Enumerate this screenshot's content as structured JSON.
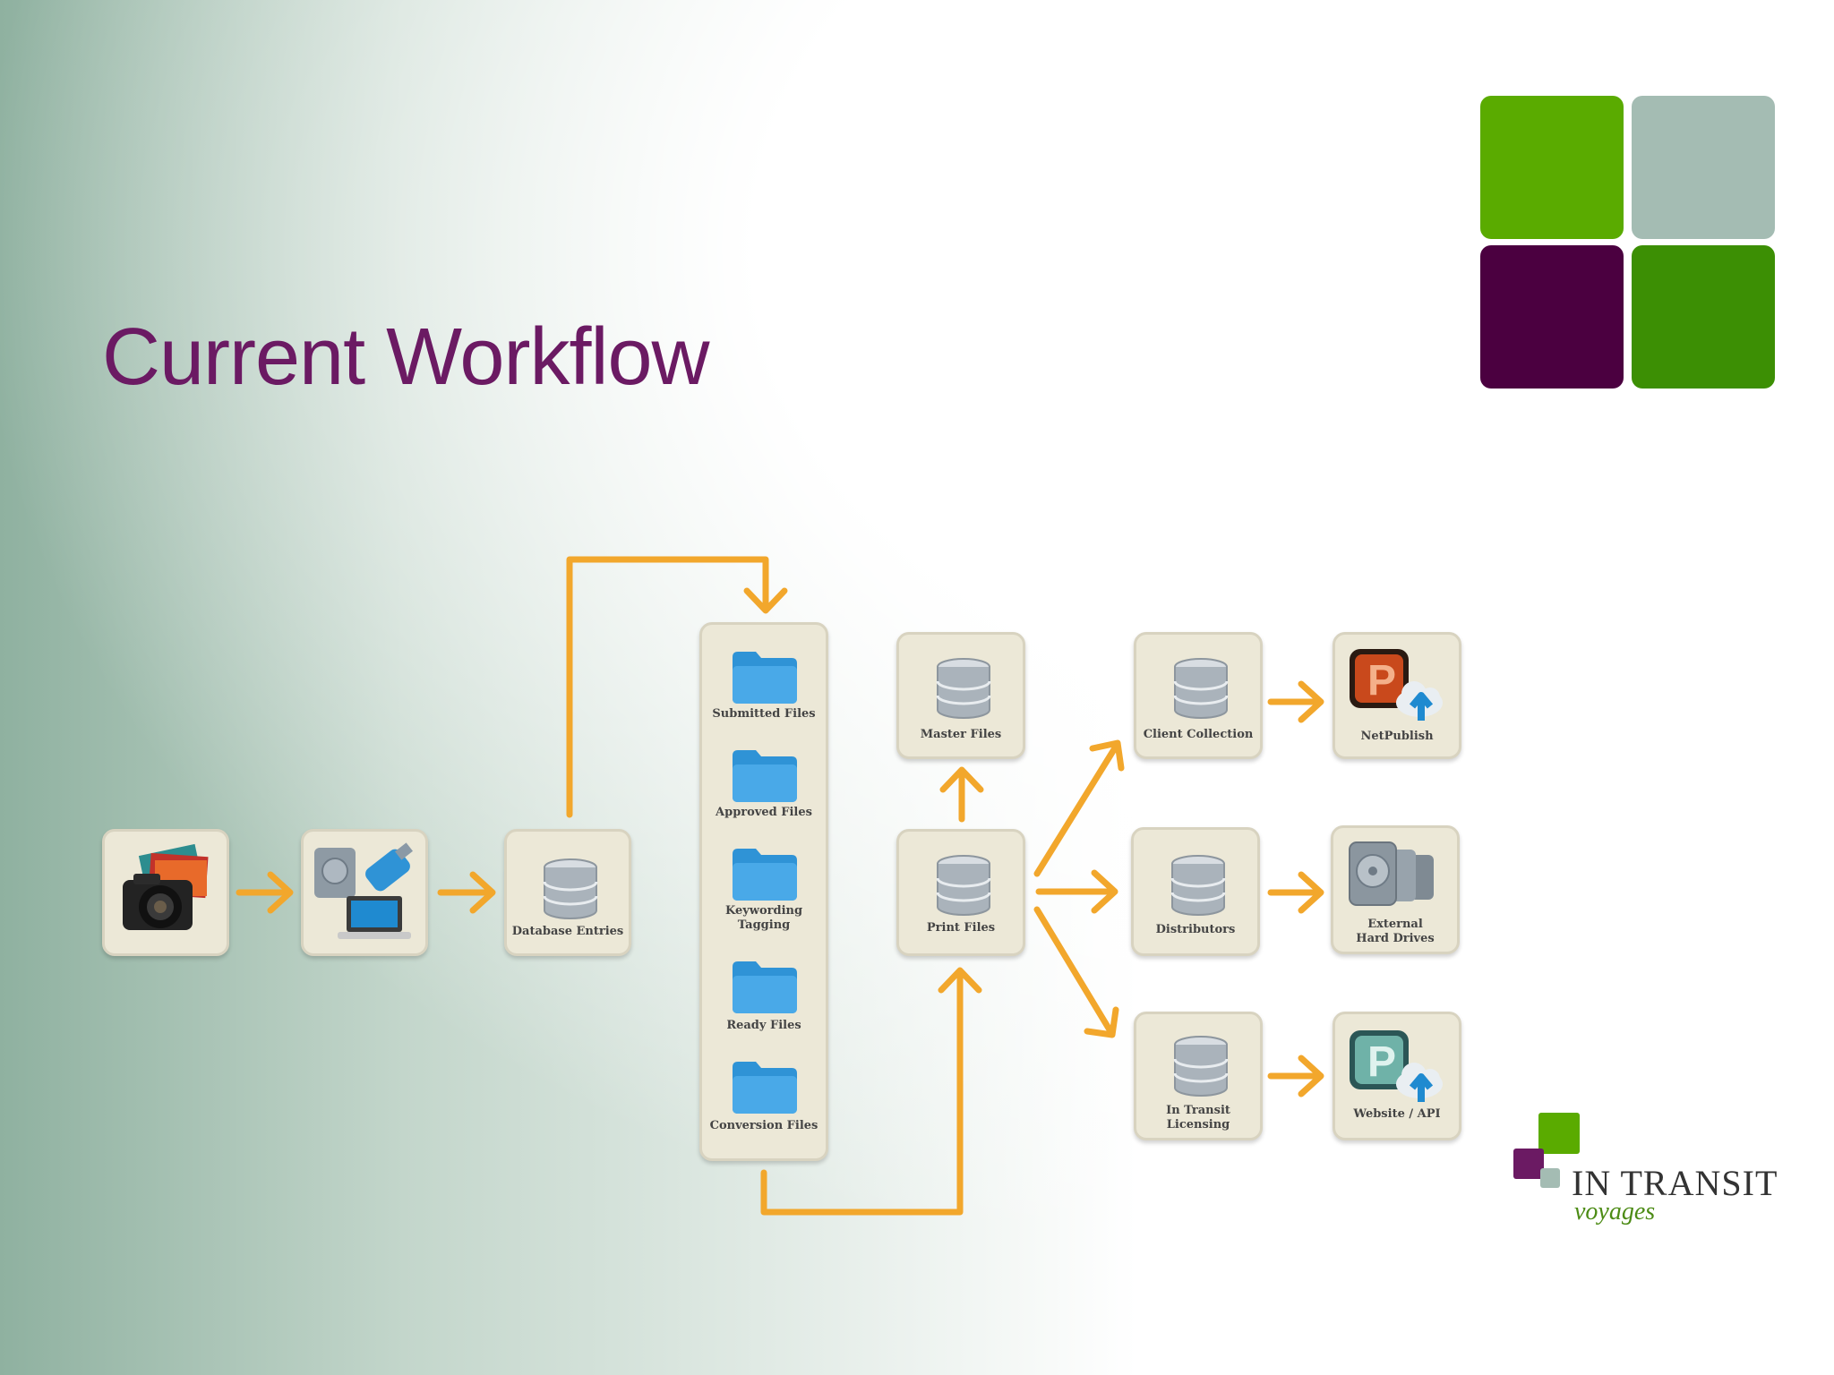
{
  "slide": {
    "title": "Current Workflow"
  },
  "colors": {
    "title": "#6b1a63",
    "arrow": "#f2a72c",
    "box_fill": "#ece8d7",
    "folder": "#2f93d6",
    "sq_green_light": "#5aab00",
    "sq_gray": "#a4bcb3",
    "sq_purple": "#4b0040",
    "sq_green_dark": "#3c8f04"
  },
  "nodes": {
    "camera": "",
    "devices": "",
    "database_entries": "Database Entries",
    "submitted_files": "Submitted Files",
    "approved_files": "Approved Files",
    "keywording_tagging": "Keywording\nTagging",
    "ready_files": "Ready Files",
    "conversion_files": "Conversion Files",
    "master_files": "Master Files",
    "print_files": "Print Files",
    "client_collection": "Client Collection",
    "distributors": "Distributors",
    "in_transit_licensing": "In Transit\nLicensing",
    "netpublish": "NetPublish",
    "external_hard_drives": "External\nHard Drives",
    "website_api": "Website / API"
  },
  "logo": {
    "name": "IN TRANSIT",
    "tagline": "voyages"
  }
}
